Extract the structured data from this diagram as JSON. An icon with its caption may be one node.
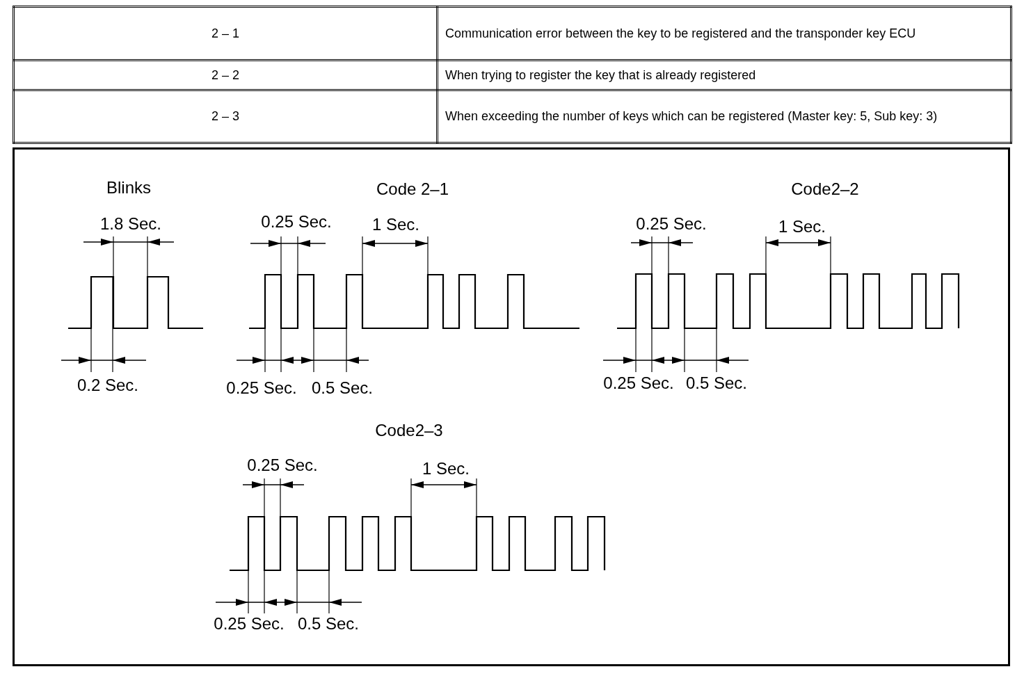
{
  "diagram": {
    "labels": [
      "2 – 1",
      "Communication error between the key to be registered and the transponder key ECU",
      "2 – 2",
      "When trying to register the key that is already registered",
      "2 – 3",
      "When exceeding the number of keys which can be registered (Master key: 5, Sub key: 3)",
      "Blinks",
      "Code 2–1",
      "Code2–2",
      "1.8 Sec.",
      "0.25 Sec.",
      "1 Sec.",
      "0.25 Sec.",
      "1 Sec.",
      "0.2 Sec.",
      "0.25 Sec.",
      "0.5 Sec.",
      "0.25 Sec.",
      "0.5 Sec.",
      "Code2–3",
      "0.25 Sec.",
      "1 Sec.",
      "0.25 Sec.",
      "0.5 Sec."
    ]
  }
}
